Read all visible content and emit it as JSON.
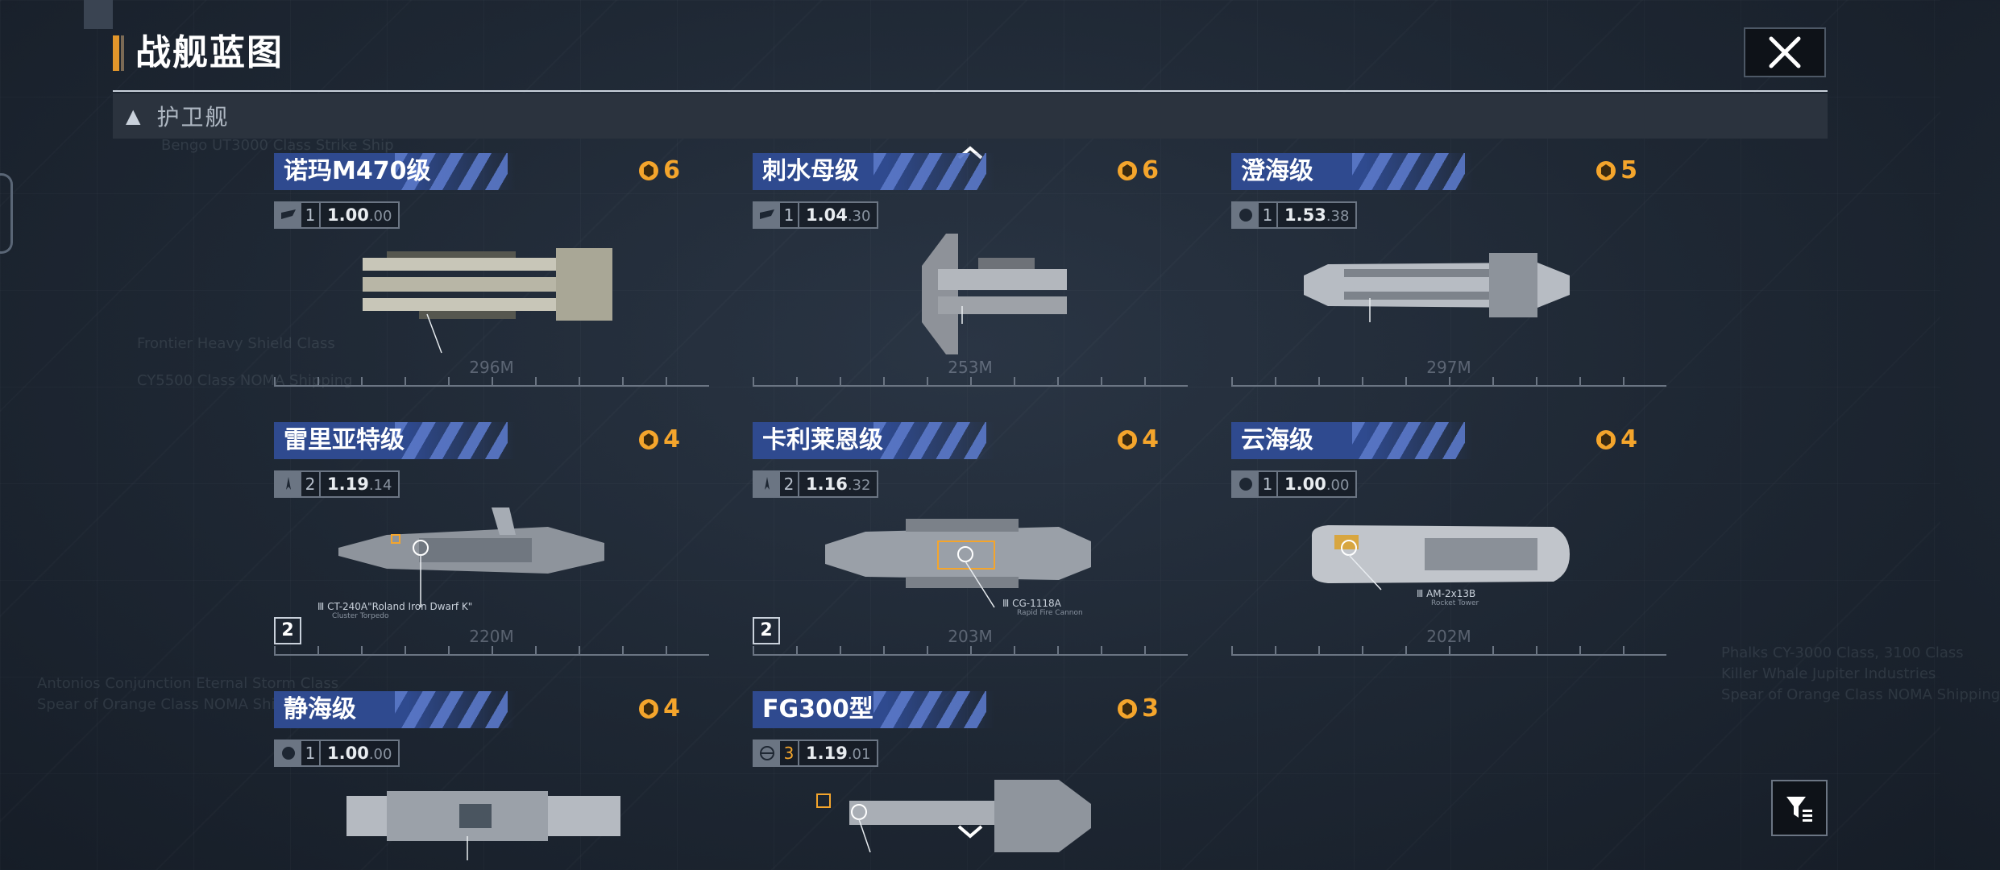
{
  "page": {
    "title": "战舰蓝图",
    "section": "护卫舰"
  },
  "background_text": [
    "Bengo UT3000 Class Strike Ship",
    "Antonios Conjunction Eternal Storm Class",
    "Spear of Orange Class NOMA Shipping",
    "Frontier Heavy Shield Class",
    "CY5500 Class NOMA Shipping",
    "Phalks CY-3000 Class, 3100 Class",
    "Killer Whale Jupiter Industries",
    "Spear of Orange Class NOMA Shipping"
  ],
  "ships": [
    {
      "name": "诺玛M470级",
      "count": "6",
      "tier": "1",
      "version": "1.00",
      "version_sub": ".00",
      "length": "296M",
      "badge": "",
      "weapon": "",
      "weapon_sub": ""
    },
    {
      "name": "刺水母级",
      "count": "6",
      "tier": "1",
      "version": "1.04",
      "version_sub": ".30",
      "length": "253M",
      "badge": "",
      "weapon": "",
      "weapon_sub": ""
    },
    {
      "name": "澄海级",
      "count": "5",
      "tier": "1",
      "version": "1.53",
      "version_sub": ".38",
      "length": "297M",
      "badge": "",
      "weapon": "",
      "weapon_sub": ""
    },
    {
      "name": "雷里亚特级",
      "count": "4",
      "tier": "2",
      "version": "1.19",
      "version_sub": ".14",
      "length": "220M",
      "badge": "2",
      "weapon": "Ⅲ CT-240A\"Roland Iron Dwarf K\"",
      "weapon_sub": "Cluster Torpedo"
    },
    {
      "name": "卡利莱恩级",
      "count": "4",
      "tier": "2",
      "version": "1.16",
      "version_sub": ".32",
      "length": "203M",
      "badge": "2",
      "weapon": "Ⅲ CG-1118A",
      "weapon_sub": "Rapid Fire Cannon"
    },
    {
      "name": "云海级",
      "count": "4",
      "tier": "1",
      "version": "1.00",
      "version_sub": ".00",
      "length": "202M",
      "badge": "",
      "weapon": "Ⅲ AM-2x13B",
      "weapon_sub": "Rocket Tower"
    },
    {
      "name": "静海级",
      "count": "4",
      "tier": "1",
      "version": "1.00",
      "version_sub": ".00",
      "length": "",
      "badge": "",
      "weapon": "",
      "weapon_sub": ""
    },
    {
      "name": "FG300型",
      "count": "3",
      "tier": "3",
      "version": "1.19",
      "version_sub": ".01",
      "length": "",
      "badge": "",
      "weapon": "",
      "weapon_sub": ""
    }
  ],
  "colors": {
    "accent_orange": "#f4a52c",
    "title_blue": "#2f4a8f",
    "background": "#1e2733"
  },
  "icons": {
    "close": "close-x-icon",
    "filter": "filter-icon",
    "count": "blueprint-count-icon",
    "scroll_up": "chevron-up-icon",
    "scroll_down": "chevron-down-icon"
  }
}
